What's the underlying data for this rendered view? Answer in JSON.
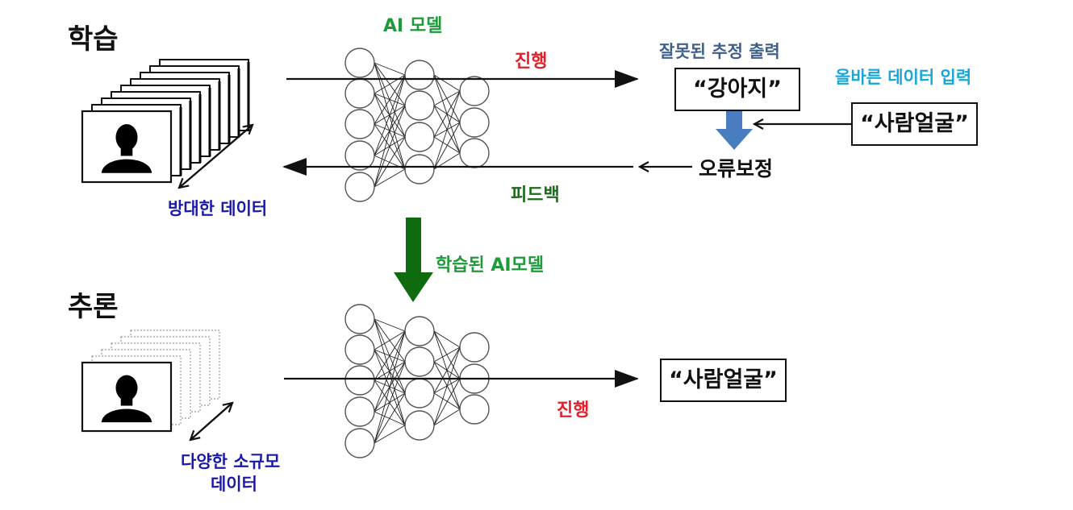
{
  "labels": {
    "training": "학습",
    "inference": "추론",
    "ai_model": "AI 모델",
    "forward_top": "진행",
    "feedback": "피드백",
    "wrong_output": "잘못된 추정 출력",
    "correct_input": "올바른 데이터 입력",
    "error_correction": "오류보정",
    "big_data": "방대한 데이터",
    "trained_model": "학습된 AI모델",
    "small_data_line1": "다양한 소규모",
    "small_data_line2": "데이터",
    "forward_bottom": "진행"
  },
  "boxes": {
    "wrong_guess": "“강아지”",
    "correct_label": "“사람얼굴”",
    "result": "“사람얼굴”"
  },
  "colors": {
    "ai_model_text": "#1f9a3a",
    "forward_text": "#e0202a",
    "feedback_text": "#1a6b1a",
    "data_text": "#1a1aa8",
    "wrong_output_text": "#3f5f8a",
    "correct_input_text": "#18a6d8",
    "correction_arrow": "#4a7cc0",
    "trained_arrow": "#0e6b0e"
  },
  "icons": [
    "person-silhouette-icon",
    "neural-network-icon"
  ]
}
